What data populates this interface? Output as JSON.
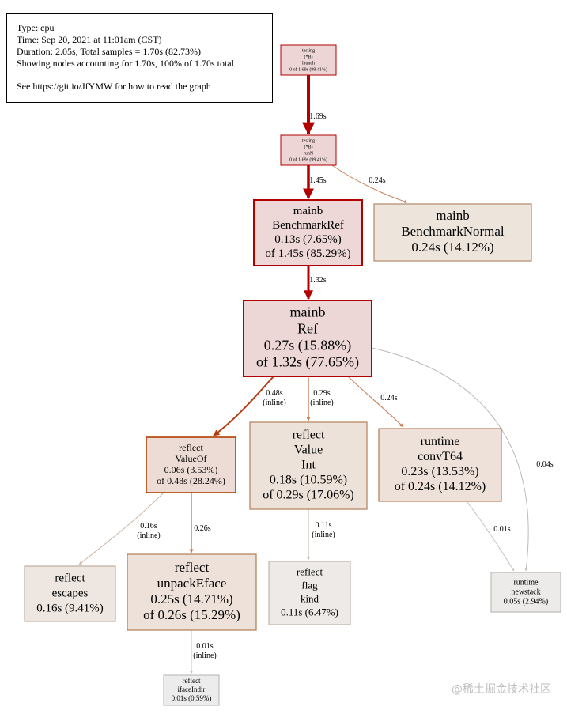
{
  "legend": {
    "type": "Type: cpu",
    "time": "Time: Sep 20, 2021 at 11:01am (CST)",
    "duration": "Duration: 2.05s, Total samples = 1.70s (82.73%)",
    "showing": "Showing nodes accounting for 1.70s, 100% of 1.70s total",
    "see": "See https://git.io/JfYMW for how to read the graph"
  },
  "nodes": [
    {
      "id": "launch",
      "lines": [
        "testing",
        "(*B)",
        "launch",
        "0 of 1.69s (99.41%)"
      ],
      "fill": "#edd5d5",
      "stroke": "#b20000"
    },
    {
      "id": "runN",
      "lines": [
        "testing",
        "(*B)",
        "runN",
        "0 of 1.69s (99.41%)"
      ],
      "fill": "#edd5d5",
      "stroke": "#b20000"
    },
    {
      "id": "benchref",
      "lines": [
        "mainb",
        "BenchmarkRef",
        "0.13s (7.65%)",
        "of 1.45s (85.29%)"
      ],
      "fill": "#edd7d7",
      "stroke": "#b20000"
    },
    {
      "id": "benchnormal",
      "lines": [
        "mainb",
        "BenchmarkNormal",
        "0.24s (14.12%)"
      ],
      "fill": "#ede4dc",
      "stroke": "#b28a6b"
    },
    {
      "id": "ref",
      "lines": [
        "mainb",
        "Ref",
        "0.27s (15.88%)",
        "of 1.32s (77.65%)"
      ],
      "fill": "#edd6d6",
      "stroke": "#b20000"
    },
    {
      "id": "valueof",
      "lines": [
        "reflect",
        "ValueOf",
        "0.06s (3.53%)",
        "of 0.48s (28.24%)"
      ],
      "fill": "#eddcd5",
      "stroke": "#b23c00"
    },
    {
      "id": "valueint",
      "lines": [
        "reflect",
        "Value",
        "Int",
        "0.18s (10.59%)",
        "of 0.29s (17.06%)"
      ],
      "fill": "#ede2da",
      "stroke": "#b28059"
    },
    {
      "id": "convt64",
      "lines": [
        "runtime",
        "convT64",
        "0.23s (13.53%)",
        "of 0.24s (14.12%)"
      ],
      "fill": "#ede1d9",
      "stroke": "#b27c54"
    },
    {
      "id": "escapes",
      "lines": [
        "reflect",
        "escapes",
        "0.16s (9.41%)"
      ],
      "fill": "#ede6e1",
      "stroke": "#b29d8a"
    },
    {
      "id": "unpack",
      "lines": [
        "reflect",
        "unpackEface",
        "0.25s (14.71%)",
        "of 0.26s (15.29%)"
      ],
      "fill": "#ede1d9",
      "stroke": "#b27b53"
    },
    {
      "id": "flagkind",
      "lines": [
        "reflect",
        "flag",
        "kind",
        "0.11s (6.47%)"
      ],
      "fill": "#edeae7",
      "stroke": "#b2aa9f"
    },
    {
      "id": "newstack",
      "lines": [
        "runtime",
        "newstack",
        "0.05s (2.94%)"
      ],
      "fill": "#edebea",
      "stroke": "#b2afaa"
    },
    {
      "id": "ifaceindir",
      "lines": [
        "reflect",
        "ifaceIndir",
        "0.01s (0.59%)"
      ],
      "fill": "#edecec",
      "stroke": "#b2b1b0"
    }
  ],
  "edges": [
    {
      "from": "launch",
      "to": "runN",
      "label": "1.69s",
      "inline": "",
      "color": "#b20000"
    },
    {
      "from": "runN",
      "to": "benchref",
      "label": "1.45s",
      "inline": "",
      "color": "#b20000"
    },
    {
      "from": "runN",
      "to": "benchnormal",
      "label": "0.24s",
      "inline": "",
      "color": "#c9845e"
    },
    {
      "from": "benchref",
      "to": "ref",
      "label": "1.32s",
      "inline": "",
      "color": "#b20000"
    },
    {
      "from": "ref",
      "to": "valueof",
      "label": "0.48s",
      "inline": "(inline)",
      "color": "#b33c12"
    },
    {
      "from": "ref",
      "to": "valueint",
      "label": "0.29s",
      "inline": "(inline)",
      "color": "#c2764b"
    },
    {
      "from": "ref",
      "to": "convt64",
      "label": "0.24s",
      "inline": "",
      "color": "#c9845e"
    },
    {
      "from": "ref",
      "to": "newstack",
      "label": "0.04s",
      "inline": "",
      "color": "#bdbab5"
    },
    {
      "from": "valueof",
      "to": "escapes",
      "label": "0.16s",
      "inline": "(inline)",
      "color": "#c9b3a3"
    },
    {
      "from": "valueof",
      "to": "unpack",
      "label": "0.26s",
      "inline": "",
      "color": "#c2764b"
    },
    {
      "from": "valueint",
      "to": "flagkind",
      "label": "0.11s",
      "inline": "(inline)",
      "color": "#c2b9ad"
    },
    {
      "from": "convt64",
      "to": "newstack",
      "label": "0.01s",
      "inline": "",
      "color": "#c6c3c0"
    },
    {
      "from": "unpack",
      "to": "ifaceindir",
      "label": "0.01s",
      "inline": "(inline)",
      "color": "#c6c3c0"
    }
  ],
  "watermark": "@稀土掘金技术社区"
}
